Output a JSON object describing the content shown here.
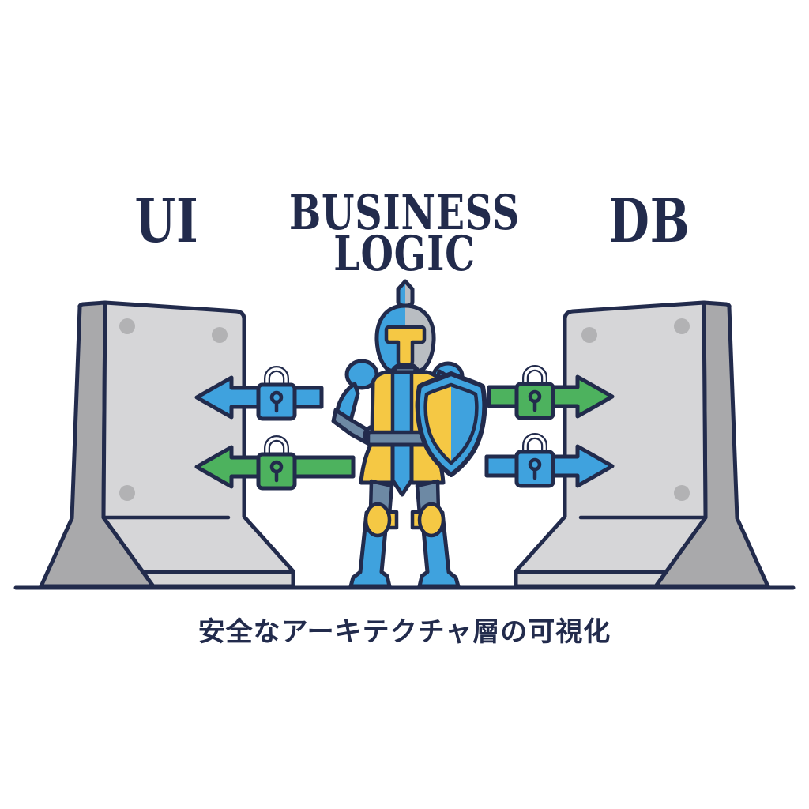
{
  "header": {
    "left_label": "UI",
    "center_label_line1": "BUSINESS",
    "center_label_line2": "LOGIC",
    "right_label": "DB"
  },
  "caption": {
    "text": "安全なアーキテクチャ層の可視化"
  },
  "icons": {
    "left_wall": "concrete-wall",
    "right_wall": "concrete-wall",
    "top_left_arrow": "blue-arrow-left-with-padlock",
    "bottom_left_arrow": "green-arrow-left-with-padlock",
    "top_right_arrow": "green-arrow-right-with-padlock",
    "bottom_right_arrow": "blue-arrow-right-with-padlock",
    "center_figure": "knight-with-shield"
  },
  "colors": {
    "navy": "#222b4c",
    "blue": "#3fa2de",
    "green": "#4db25e",
    "yellow": "#f5c844",
    "slate": "#6d89a4",
    "wall-light": "#d6d6d8",
    "wall-dark": "#a9a9ab",
    "rivet": "#b2b2b4",
    "helmet-gray": "#b9bdc2",
    "background": "#ffffff"
  }
}
